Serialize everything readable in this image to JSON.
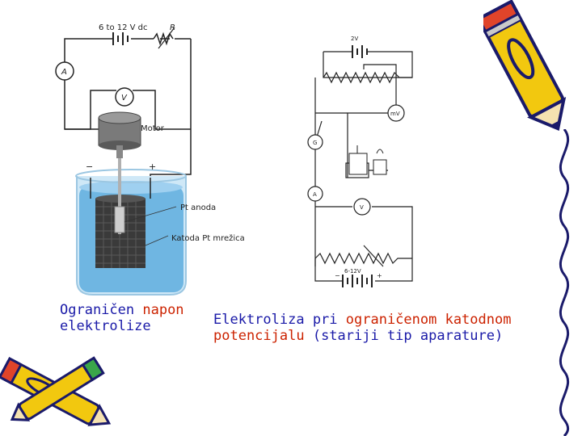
{
  "left_diagram": {
    "supply_label": "6 to 12 V dc",
    "resistor_label": "R",
    "ammeter_label": "A",
    "voltmeter_label": "V",
    "motor_label": "Motor",
    "anode_label": "Pt anoda",
    "cathode_label": "Katoda Pt mrežica",
    "minus_label": "−",
    "plus_label": "+"
  },
  "right_diagram": {
    "top_battery_label": "2V",
    "millivoltmeter_label": "mV",
    "galvanometer_label": "G",
    "ammeter_label": "A",
    "voltmeter_label": "V",
    "bottom_battery_label": "6-12V",
    "minus_label": "−",
    "plus_label": "+"
  },
  "captions": {
    "left_part1": "Ograničen ",
    "left_highlight": "napon",
    "left_part2": "elektrolize",
    "right_part1": "Elektroliza pri ",
    "right_highlight1": "ograničenom katodnom",
    "right_highlight2": "potencijalu",
    "right_part2": " (stariji tip aparature)"
  },
  "colors": {
    "caption_text": "#1a1aa8",
    "caption_highlight": "#cc2200",
    "pencil_yellow": "#f2c80f",
    "pencil_red": "#e0442a",
    "beaker_blue": "#6fb6e2"
  }
}
